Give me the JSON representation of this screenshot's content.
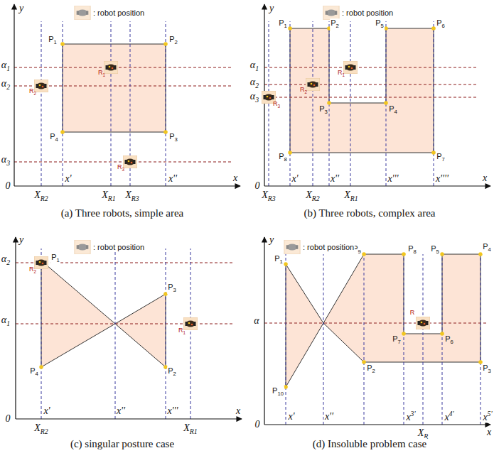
{
  "diagram": {
    "labels": [
      "y",
      "0",
      "x",
      "P1",
      "P2",
      "P3",
      "P4",
      "α1",
      "α2",
      "α3",
      "R1",
      "R2",
      "R3",
      "XR2",
      "x'",
      "XR1",
      "XR3",
      "x''",
      "(a) Three robots, simple area",
      "y",
      "0",
      "x",
      "P1",
      "P2",
      "P5",
      "P6",
      "P3",
      "P4",
      "P8",
      "P7",
      "α1",
      "α2",
      "α3",
      "R1",
      "R2",
      "R3",
      "XR3",
      "x'",
      "XR2",
      "x''",
      "XR1",
      "x'''",
      "x''''",
      "(b) Three robots, complex area",
      "y",
      "0",
      "x",
      "P1",
      "P3",
      "P2",
      "P4",
      "α2",
      "α1",
      "R2",
      "R1",
      "x'",
      "x''",
      "x'''",
      "XR2",
      "XR1",
      "(c) singular posture case",
      "y",
      "0",
      "x",
      "P1",
      "P9",
      "P8",
      "P5",
      "P4",
      "P7",
      "P6",
      "P3",
      "P2",
      "P10",
      "α",
      "R",
      "x'",
      "x''",
      "x3'",
      "XR",
      "x4'",
      "x5'",
      "(d) Insoluble problem case"
    ],
    "legend": [
      {
        "text": ": robot position"
      },
      {
        "text": ": robot position"
      },
      {
        "text": ": robot position"
      },
      {
        "text": ": robot position"
      }
    ]
  }
}
